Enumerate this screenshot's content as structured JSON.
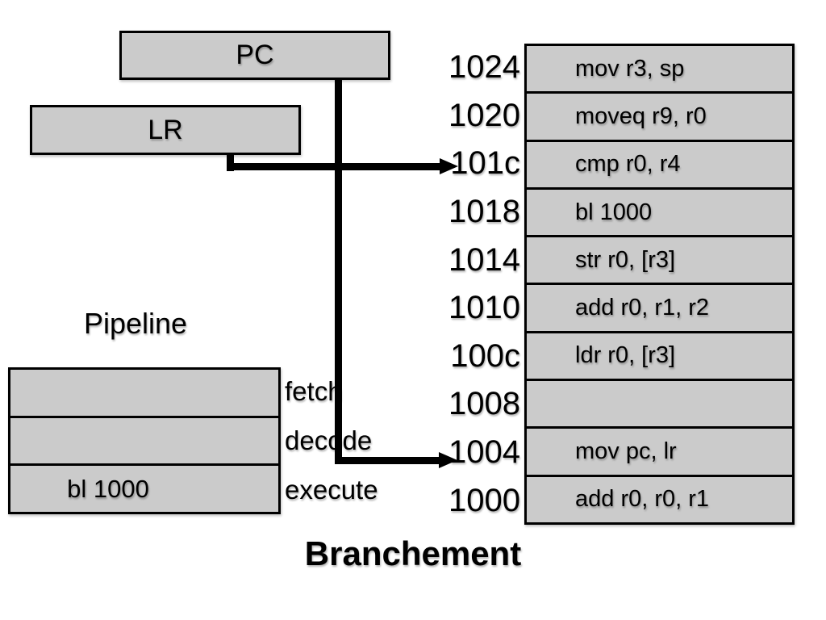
{
  "title": "Branchement",
  "registers": {
    "pc": "PC",
    "lr": "LR"
  },
  "pipeline": {
    "label": "Pipeline",
    "stages": [
      "fetch",
      "decode",
      "execute"
    ],
    "slots": [
      "",
      "",
      "bl 1000"
    ]
  },
  "memory": {
    "rows": [
      {
        "address": "1024",
        "instruction": "mov r3, sp"
      },
      {
        "address": "1020",
        "instruction": "moveq r9, r0"
      },
      {
        "address": "101c",
        "instruction": "cmp r0, r4"
      },
      {
        "address": "1018",
        "instruction": "bl 1000"
      },
      {
        "address": "1014",
        "instruction": "str r0, [r3]"
      },
      {
        "address": "1010",
        "instruction": "add r0, r1, r2"
      },
      {
        "address": "100c",
        "instruction": "ldr r0, [r3]"
      },
      {
        "address": "1008",
        "instruction": ""
      },
      {
        "address": "1004",
        "instruction": "mov pc, lr"
      },
      {
        "address": "1000",
        "instruction": "add r0, r0, r1"
      }
    ]
  },
  "arrows": [
    {
      "name": "pc-arrow",
      "from": "PC",
      "to": "1004"
    },
    {
      "name": "lr-arrow",
      "from": "LR",
      "to": "101c"
    }
  ],
  "colors": {
    "box_fill": "#cbcbcb",
    "line": "#000000",
    "background": "#ffffff"
  }
}
